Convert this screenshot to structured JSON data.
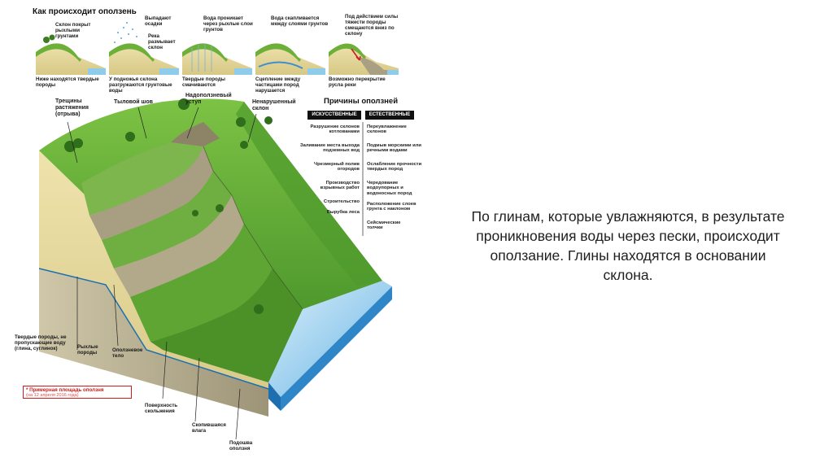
{
  "main_title": "Как происходит оползень",
  "steps": [
    {
      "top": "Склон покрыт рыхлыми грунтами",
      "bottom": "Ниже находятся твердые породы"
    },
    {
      "top": "Выпадают осадки",
      "top2": "Река размывает склон",
      "bottom": "У подножья склона разгружаются грунтовые воды"
    },
    {
      "top": "Вода проникает через рыхлые слои грунтов",
      "bottom": "Твердые породы смачиваются"
    },
    {
      "top": "Вода скапливается между слоями грунтов",
      "bottom": "Сцепление между частицами пород нарушается"
    },
    {
      "top": "Под действием силы тяжести породы смещаются вниз по склону",
      "bottom": "Возможно перекрытие русла реки"
    }
  ],
  "labels": {
    "cracks": "Трещины растяжения (отрыва)",
    "rear_seam": "Тыловой шов",
    "ledge": "Надоползневый уступ",
    "undisturbed": "Ненарушенный склон",
    "hard_rocks": "Твердые породы, не пропускающие воду (глина, суглинок)",
    "loose_rocks": "Рыхлые породы",
    "landslide_body": "Оползневое тело",
    "slip_surface": "Поверхность скольжения",
    "moisture": "Скопившаяся влага",
    "toe": "Подошва оползня"
  },
  "causes": {
    "title": "Причины оползней",
    "artificial_header": "ИСКУССТВЕННЫЕ",
    "natural_header": "ЕСТЕСТВЕННЫЕ",
    "artificial": [
      "Разрушение склонов котлованами",
      "Заливание места выхода подземных вод",
      "Чрезмерный полив огородов",
      "Производство взрывных работ",
      "Строительство",
      "Вырубка леса"
    ],
    "natural": [
      "Переувлажнение склонов",
      "Подмыв морскими или речными водами",
      "Ослабление прочности твердых пород",
      "Чередование водоупорных и водоносных пород",
      "Расположение слоев грунта с наклоном",
      "Сейсмические толчки"
    ]
  },
  "area_note": {
    "text": "* Примерная площадь оползня",
    "sub": "(на 12 апреля 2016 года)"
  },
  "caption": "По глинам, которые увлажняются, в результате\nпроникновения воды через пески, происходит\nоползание. Глины находятся в основании\nсклона.",
  "colors": {
    "grass": "#5fa832",
    "grass_dark": "#3d7d22",
    "sand": "#e9dca0",
    "rock": "#b8ae8e",
    "water": "#9fd3ef",
    "water_dark": "#1d6fb0",
    "accent_red": "#cc1c1c"
  }
}
